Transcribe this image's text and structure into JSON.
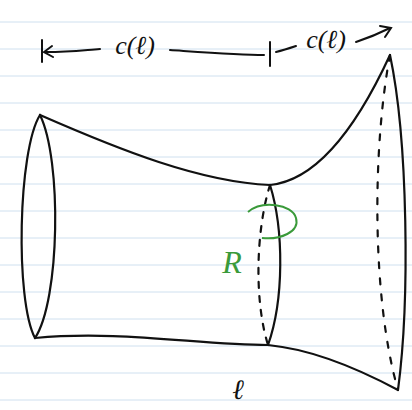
{
  "diagram": {
    "labels": [
      "c(ℓ)",
      "c(ℓ)",
      "ℓ",
      "R"
    ]
  }
}
